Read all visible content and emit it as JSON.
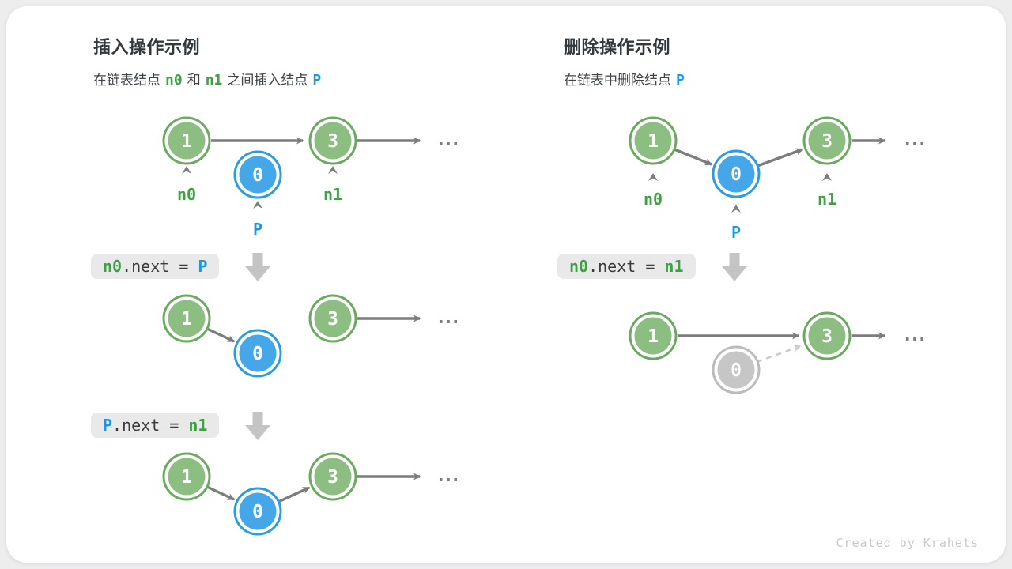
{
  "watermark": "Created by Krahets",
  "shared": {
    "ellipsis": "...",
    "node_values": {
      "v1": "1",
      "v0": "0",
      "v3": "3"
    },
    "labels": {
      "n0": "n0",
      "n1": "n1",
      "p": "P"
    }
  },
  "left": {
    "title": "插入操作示例",
    "subtitle": {
      "s0": "在链表结点",
      "s1": "n0",
      "s2": "和",
      "s3": "n1",
      "s4": "之间插入结点",
      "s5": "P"
    },
    "code_step1": {
      "lhs": "n0",
      "op": ".next = ",
      "rhs": "P"
    },
    "code_step2": {
      "lhs": "P",
      "op": ".next = ",
      "rhs": "n1"
    }
  },
  "right": {
    "title": "删除操作示例",
    "subtitle": {
      "s0": "在链表中删除结点",
      "s1": "P"
    },
    "code_step1": {
      "lhs": "n0",
      "op": ".next = ",
      "rhs": "n1"
    }
  },
  "palette": {
    "node_green_fill": "#8CBE82",
    "node_green_border": "#69AA5F",
    "node_blue_fill": "#45A6E8",
    "node_blue_border": "#2D9BE2",
    "node_gray_fill": "#C6C6C6",
    "node_gray_border": "#BBBBBB",
    "label_green": "#429F46",
    "label_blue": "#1E96E8",
    "arrow_gray": "#7C7C7C",
    "block_arrow_gray": "#C4C4C4",
    "codebox_bg": "#E9E9E9",
    "card_bg": "#FFFFFF"
  }
}
